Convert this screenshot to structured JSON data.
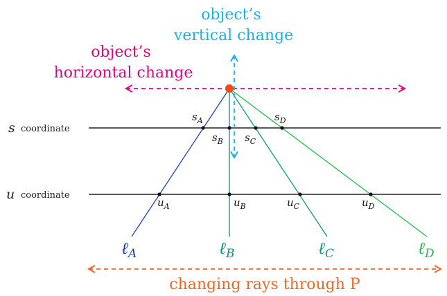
{
  "colors": {
    "horizontal": "#e6007e",
    "vertical": "#1ab0e6",
    "rays_label": "#f26522",
    "line_a": "#1f3fbf",
    "line_b": "#0f8a8a",
    "line_c": "#0f9a78",
    "line_d": "#22b84a",
    "axis": "#222222",
    "point": "#f04a1c"
  },
  "labels": {
    "vertical_change": [
      "object’s",
      "vertical change"
    ],
    "horizontal_change": [
      "object’s",
      "horizontal change"
    ],
    "s_axis": {
      "var": "s",
      "word": "coordinate"
    },
    "u_axis": {
      "var": "u",
      "word": "coordinate"
    },
    "rays": "changing rays through P"
  },
  "rays": [
    {
      "id": "A",
      "s_label": "s",
      "u_label": "u",
      "sub": "A",
      "line_label": "ℓ",
      "line_sub": "A",
      "color_key": "line_a"
    },
    {
      "id": "B",
      "s_label": "s",
      "u_label": "u",
      "sub": "B",
      "line_label": "ℓ",
      "line_sub": "B",
      "color_key": "line_b"
    },
    {
      "id": "C",
      "s_label": "s",
      "u_label": "u",
      "sub": "C",
      "line_label": "ℓ",
      "line_sub": "C",
      "color_key": "line_c"
    },
    {
      "id": "D",
      "s_label": "s",
      "u_label": "u",
      "sub": "D",
      "line_label": "ℓ",
      "line_sub": "D",
      "color_key": "line_d"
    }
  ]
}
